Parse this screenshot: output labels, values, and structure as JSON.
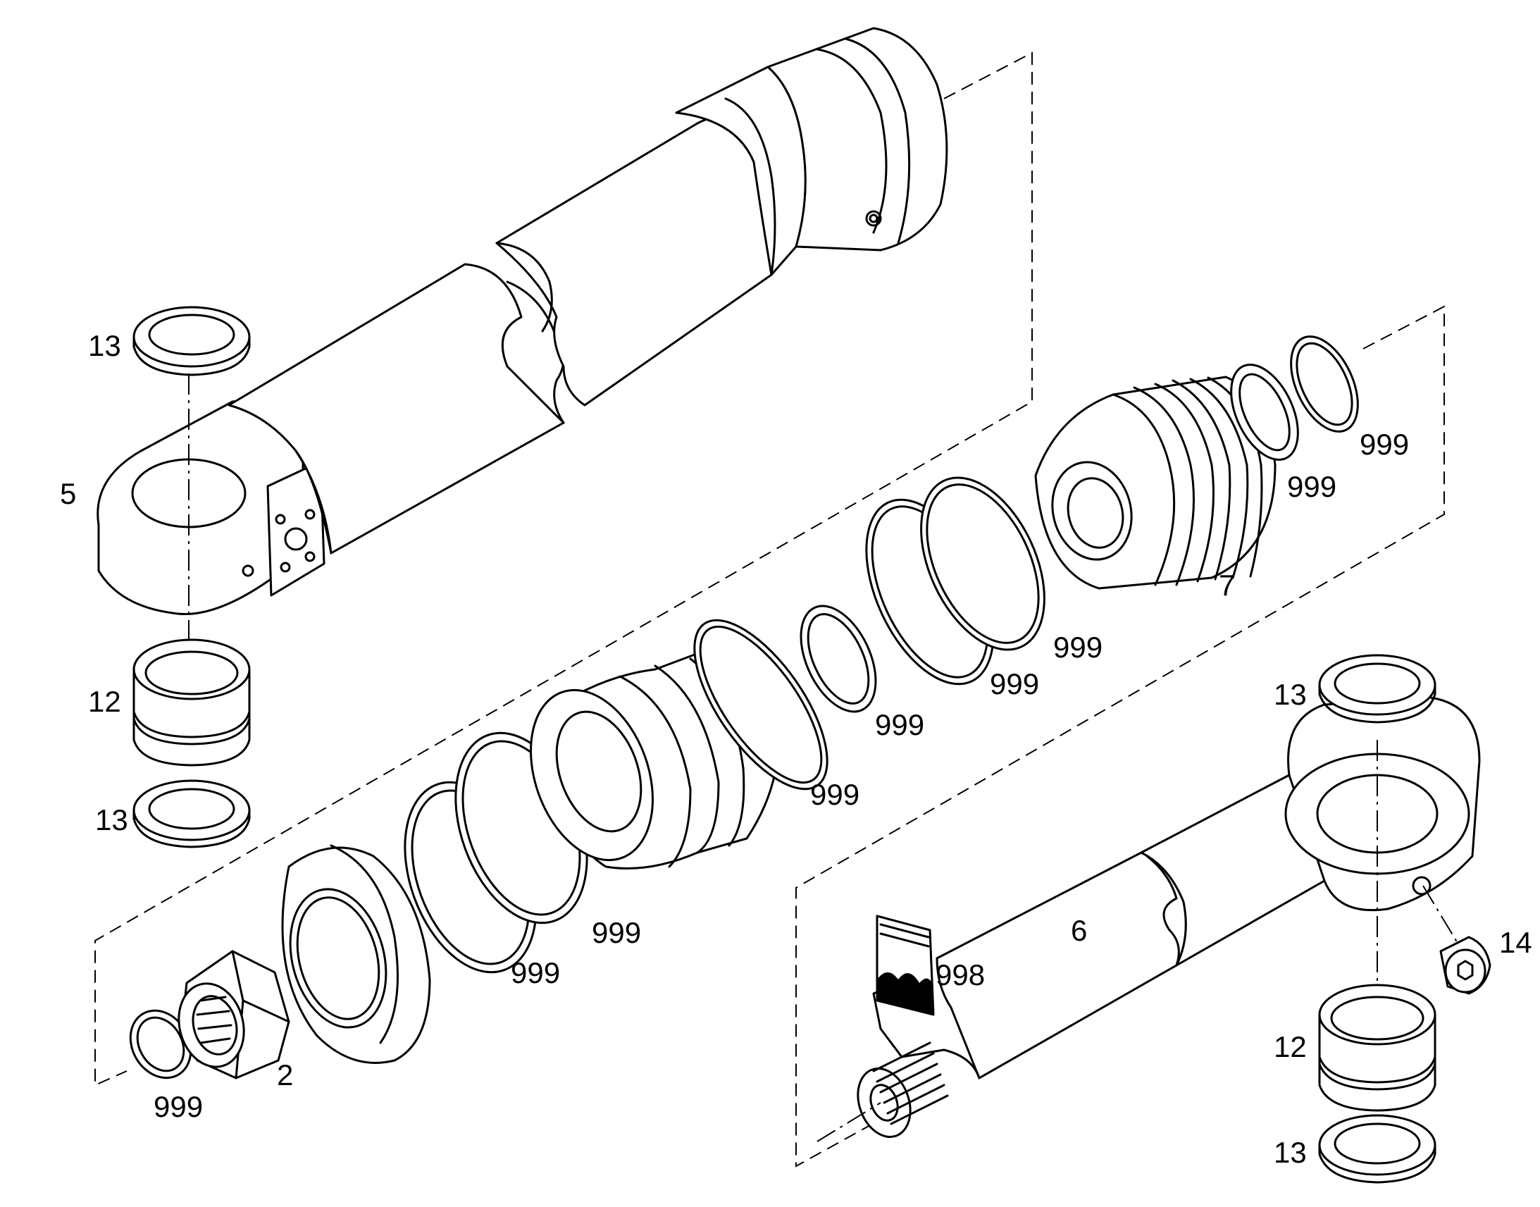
{
  "labels": {
    "l13_top": "13",
    "l5": "5",
    "l12_left": "12",
    "l13_left_bottom": "13",
    "l999_nut": "999",
    "l2": "2",
    "l999_a": "999",
    "l999_b": "999",
    "l999_c": "999",
    "l999_d": "999",
    "l999_e": "999",
    "l999_f": "999",
    "l7": "7",
    "l999_g": "999",
    "l999_h": "999",
    "l13_right_top": "13",
    "l6": "6",
    "l998": "998",
    "l14": "14",
    "l12_right": "12",
    "l13_right_bottom": "13"
  }
}
